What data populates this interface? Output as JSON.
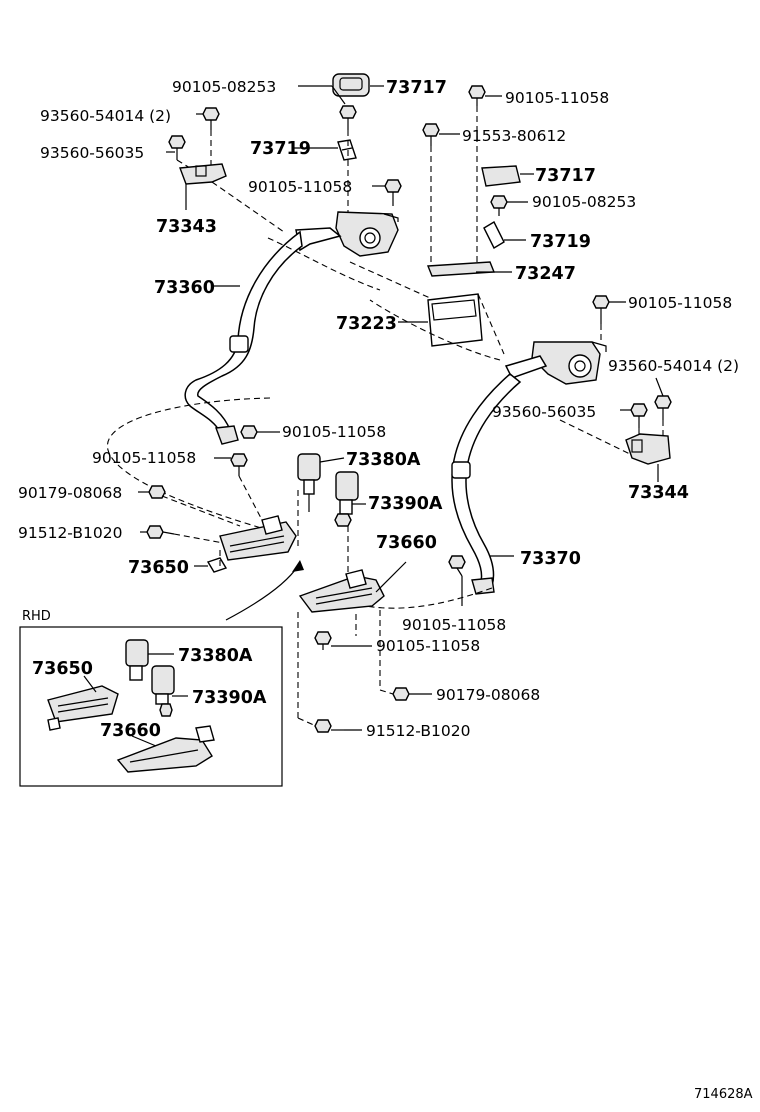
{
  "diagram_id": "714628A",
  "inset_label": "RHD",
  "labels": {
    "p90105_08253_a": "90105-08253",
    "p73717_a": "73717",
    "p90105_11058_a": "90105-11058",
    "p93560_54014_a": "93560-54014 (2)",
    "p93560_56035_a": "93560-56035",
    "p73719_a": "73719",
    "p91553_80612": "91553-80612",
    "p73717_b": "73717",
    "p90105_11058_b": "90105-11058",
    "p90105_08253_b": "90105-08253",
    "p73343": "73343",
    "p73719_b": "73719",
    "p73247": "73247",
    "p73360": "73360",
    "p90105_11058_c": "90105-11058",
    "p73223": "73223",
    "p93560_54014_b": "93560-54014 (2)",
    "p93560_56035_b": "93560-56035",
    "p90105_11058_d": "90105-11058",
    "p73344": "73344",
    "p90105_11058_e": "90105-11058",
    "p73380a": "73380A",
    "p90179_08068_a": "90179-08068",
    "p73390a": "73390A",
    "p91512_b1020_a": "91512-B1020",
    "p73660": "73660",
    "p73650": "73650",
    "p73370": "73370",
    "p90105_11058_f": "90105-11058",
    "p90105_11058_g": "90105-11058",
    "p73650_rhd": "73650",
    "p73380a_rhd": "73380A",
    "p73390a_rhd": "73390A",
    "p73660_rhd": "73660",
    "p90179_08068_b": "90179-08068",
    "p91512_b1020_b": "91512-B1020"
  }
}
